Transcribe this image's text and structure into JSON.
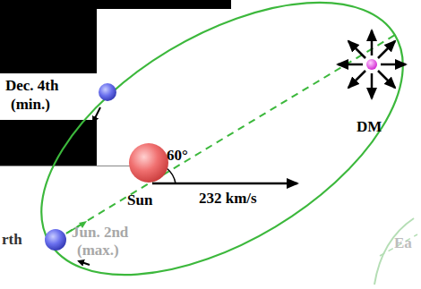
{
  "diagram": {
    "labels": [
      "Dec. 4th",
      "(min.)",
      "60°",
      "232 km/s",
      "Sun",
      "DM",
      "rth",
      "Jun. 2nd",
      "(max.)",
      "Ea"
    ]
  }
}
